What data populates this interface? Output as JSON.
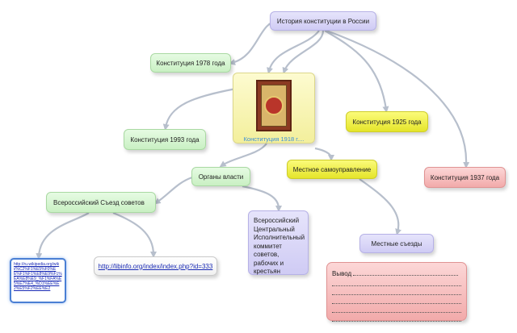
{
  "nodes": {
    "root": "История конституции в России",
    "c1978": "Конституция 1978 года",
    "c1918": "Конституция 1918 г....",
    "c1993": "Конституция 1993 года",
    "c1925": "Конституция 1925 года",
    "c1937": "Конституция 1937 года",
    "organs": "Органы власти",
    "local": "Местное самоуправление",
    "congress": "Всероссийский Съезд советов",
    "vcik": "Всероссийский Центральный Исполнительный коммитет советов, рабочих и крестьян",
    "meetings": "Местные съезды",
    "conclusion": "Вывод"
  },
  "links": {
    "libinfo": "http://libinfo.org/index/index.php?id=333",
    "wiki": "http://ru.wikipedia.org/wiki/%C2%F1%E5%F0%EE%F1%F1%E8%E9%F1%EA%E8%E9_%F1%FA%E5%E7%E4_%D1%EE%E2%E5%F2%EE%E2"
  },
  "colors": {
    "purple": "#cfcbf4",
    "green": "#c9f0c3",
    "yellow": "#e5e52a",
    "red": "#f2aaaa",
    "edge": "#b7bfcc",
    "link": "#1a2bb5"
  },
  "icons": {
    "c1918_image": "constitution-book-cover"
  }
}
